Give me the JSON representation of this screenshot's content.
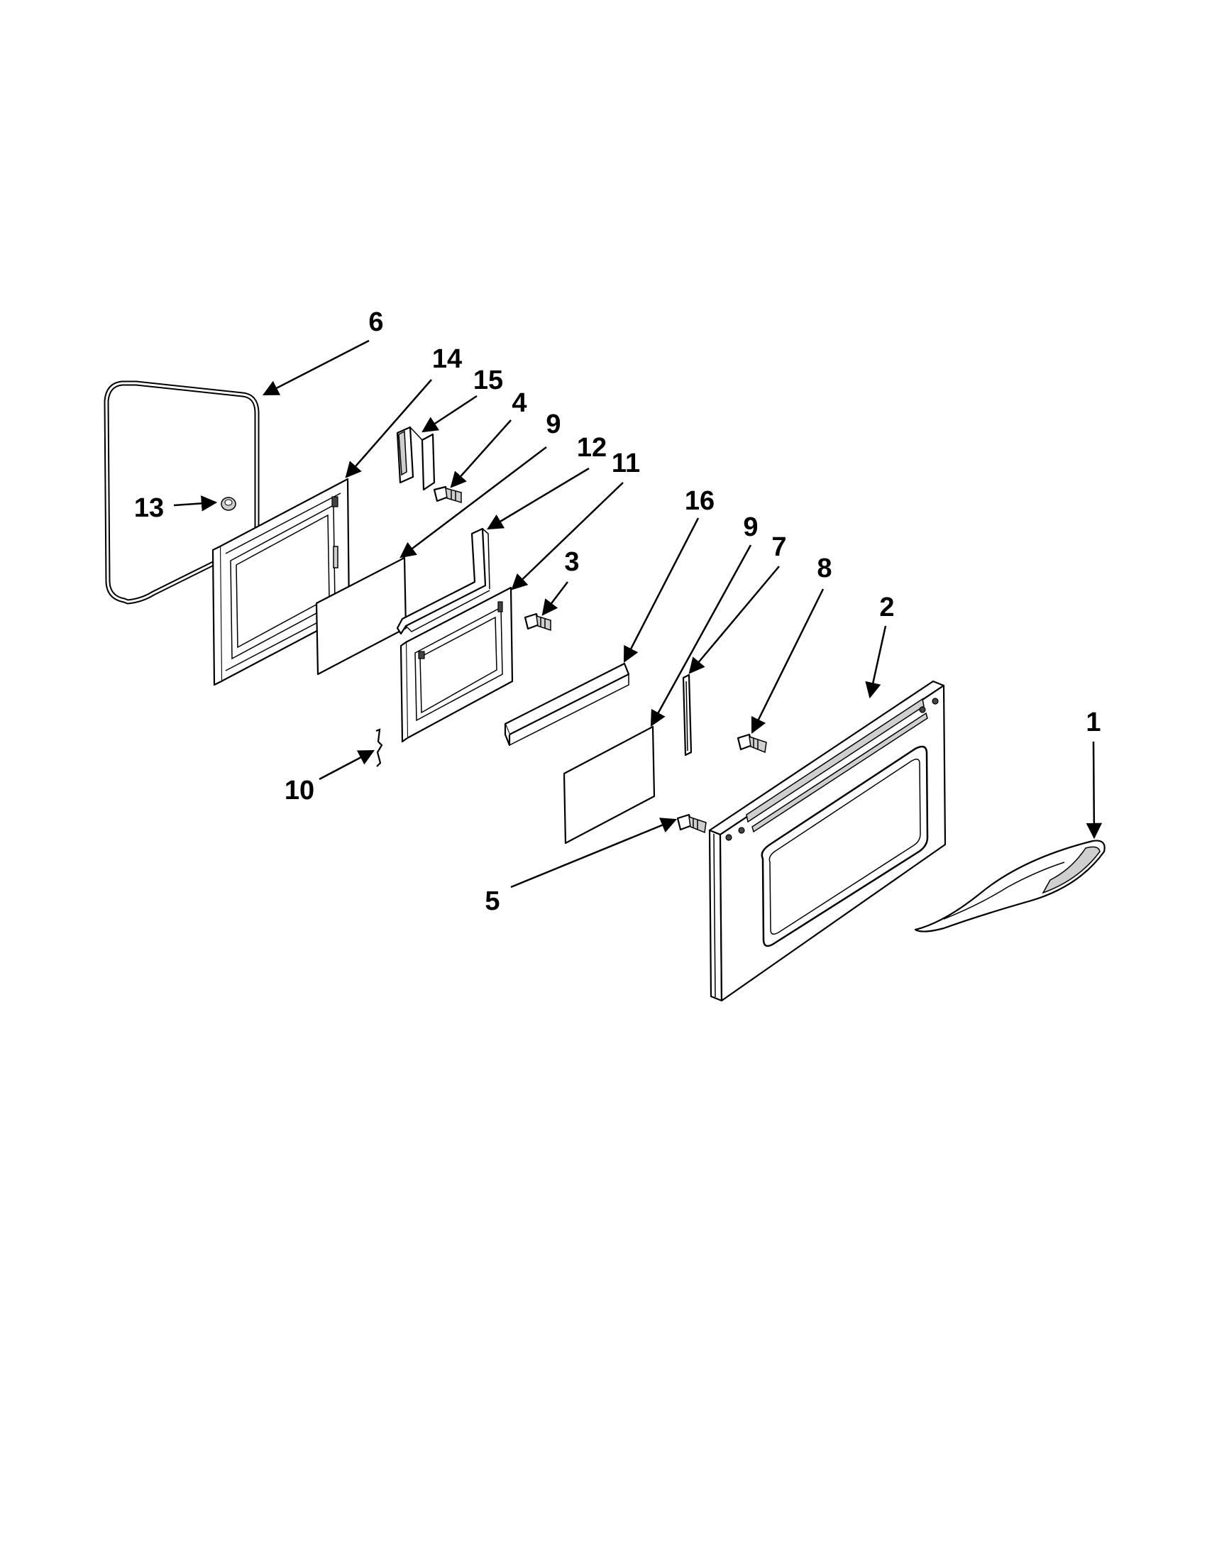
{
  "callouts": [
    {
      "id": "c6",
      "text": "6"
    },
    {
      "id": "c14",
      "text": "14"
    },
    {
      "id": "c15",
      "text": "15"
    },
    {
      "id": "c4",
      "text": "4"
    },
    {
      "id": "c9a",
      "text": "9"
    },
    {
      "id": "c12",
      "text": "12"
    },
    {
      "id": "c11",
      "text": "11"
    },
    {
      "id": "c13",
      "text": "13"
    },
    {
      "id": "c3",
      "text": "3"
    },
    {
      "id": "c16",
      "text": "16"
    },
    {
      "id": "c9b",
      "text": "9"
    },
    {
      "id": "c7",
      "text": "7"
    },
    {
      "id": "c8",
      "text": "8"
    },
    {
      "id": "c2",
      "text": "2"
    },
    {
      "id": "c1",
      "text": "1"
    },
    {
      "id": "c10",
      "text": "10"
    },
    {
      "id": "c5",
      "text": "5"
    }
  ],
  "colors": {
    "ink": "#000000",
    "paper": "#ffffff",
    "shade": "#cfcfcf"
  }
}
